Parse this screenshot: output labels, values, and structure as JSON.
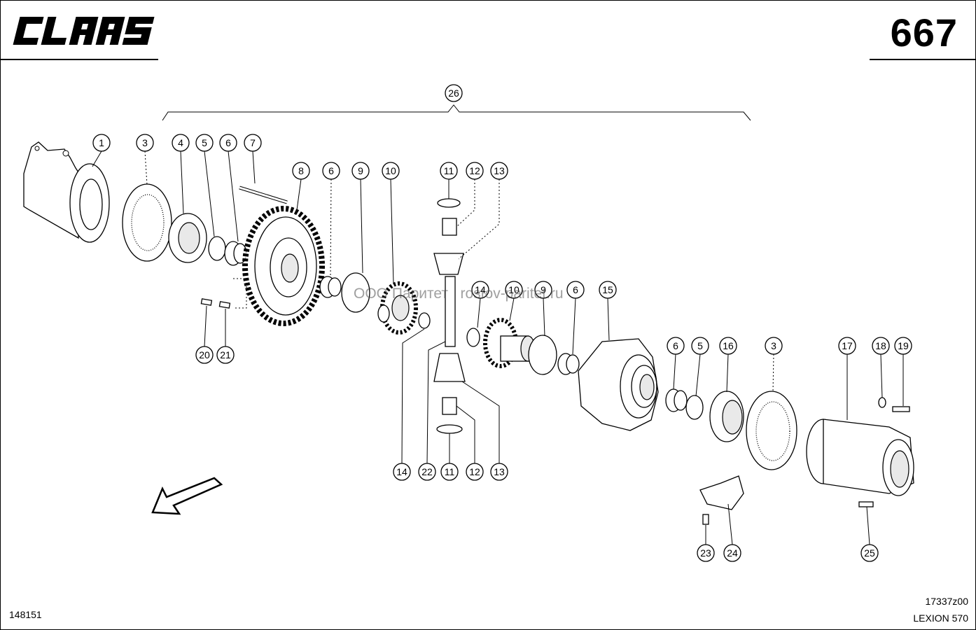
{
  "header": {
    "brand": "CLAAS",
    "page_number": "667"
  },
  "footer": {
    "drawing_number": "148151",
    "reference_code": "17337z00",
    "model": "LEXION 570"
  },
  "watermark": "ООО Паритет   rostov-paritet.ru",
  "callouts": [
    "1",
    "3",
    "4",
    "5",
    "6",
    "7",
    "8",
    "6",
    "9",
    "10",
    "11",
    "12",
    "13",
    "14",
    "10",
    "9",
    "6",
    "15",
    "6",
    "5",
    "16",
    "3",
    "17",
    "18",
    "19",
    "20",
    "21",
    "14",
    "22",
    "11",
    "12",
    "13",
    "23",
    "24",
    "25",
    "26"
  ],
  "icons": {
    "direction_arrow": "direction-arrow-icon",
    "logo": "claas-logo"
  }
}
